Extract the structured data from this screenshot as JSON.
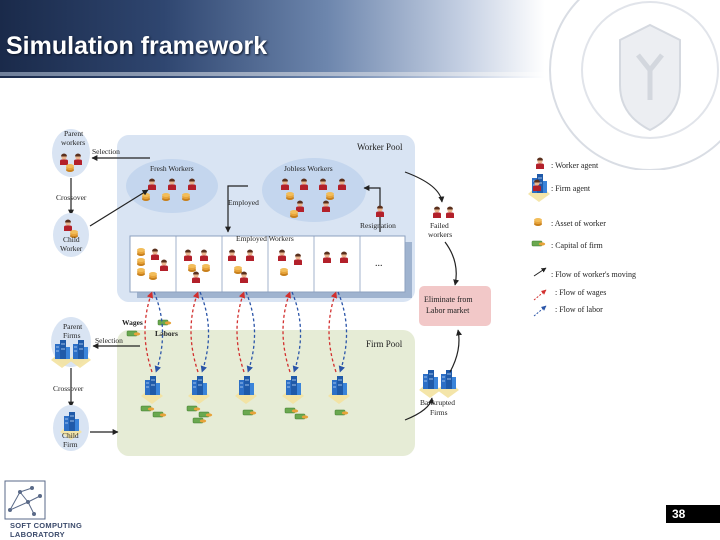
{
  "slide": {
    "title": "Simulation framework",
    "page_number": "38"
  },
  "logo": {
    "line1": "SOFT COMPUTING",
    "line2": "LABORATORY"
  },
  "diagram": {
    "worker_pool": "Worker Pool",
    "firm_pool": "Firm Pool",
    "fresh_workers": "Fresh Workers",
    "jobless_workers": "Jobless Workers",
    "employed": "Employed",
    "employed_workers": "Employed Workers",
    "resignation": "Resignation",
    "failed_workers": [
      "Failed",
      "workers"
    ],
    "parent_workers": [
      "Parent",
      "workers"
    ],
    "selection": "Selection",
    "crossover": "Crossover",
    "child_worker": [
      "Child",
      "Worker"
    ],
    "parent_firms": [
      "Parent",
      "Firms"
    ],
    "child_firm": [
      "Child",
      "Firm"
    ],
    "wages": "Wages",
    "labors": "Labors",
    "eliminate": [
      "Eliminate from",
      "Labor market"
    ],
    "bankrupted_firms": [
      "Bankrupted",
      "Firms"
    ],
    "ellipsis": "..."
  },
  "legend": {
    "worker_agent": ": Worker agent",
    "firm_agent": ": Firm agent",
    "asset_worker": ": Asset of worker",
    "capital_firm": ": Capital of firm",
    "flow_moving": ": Flow of worker's moving",
    "flow_wages": ": Flow of wages",
    "flow_labor": ": Flow of labor"
  },
  "colors": {
    "worker_pool_bg": "#d9e4f3",
    "firm_pool_bg": "#e6ecd6",
    "eliminate_bg": "#f2c8c8",
    "wage_arrow": "#d2302f",
    "labor_arrow": "#2b55a8"
  }
}
